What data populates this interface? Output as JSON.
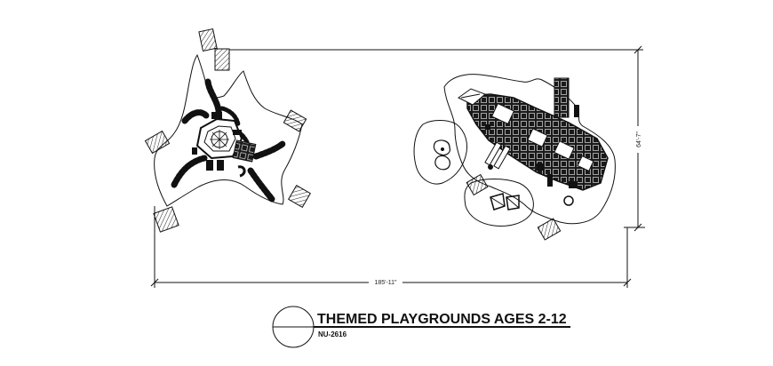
{
  "drawing": {
    "title": "THEMED PLAYGROUNDS AGES 2-12",
    "code": "NU-2616",
    "dimension_horizontal": "185'-11\"",
    "dimension_vertical": "64'-7\""
  }
}
